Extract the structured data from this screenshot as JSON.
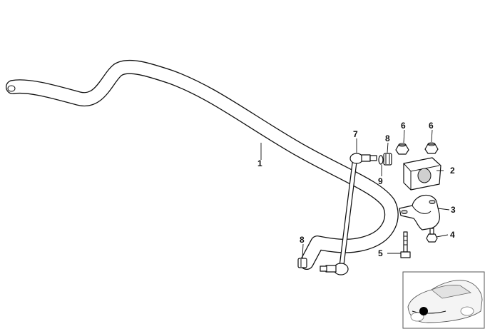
{
  "diagram": {
    "callouts": {
      "c1": "1",
      "c2": "2",
      "c3": "3",
      "c4": "4",
      "c5": "5",
      "c6a": "6",
      "c6b": "6",
      "c7": "7",
      "c8a": "8",
      "c8b": "8",
      "c9": "9"
    }
  }
}
